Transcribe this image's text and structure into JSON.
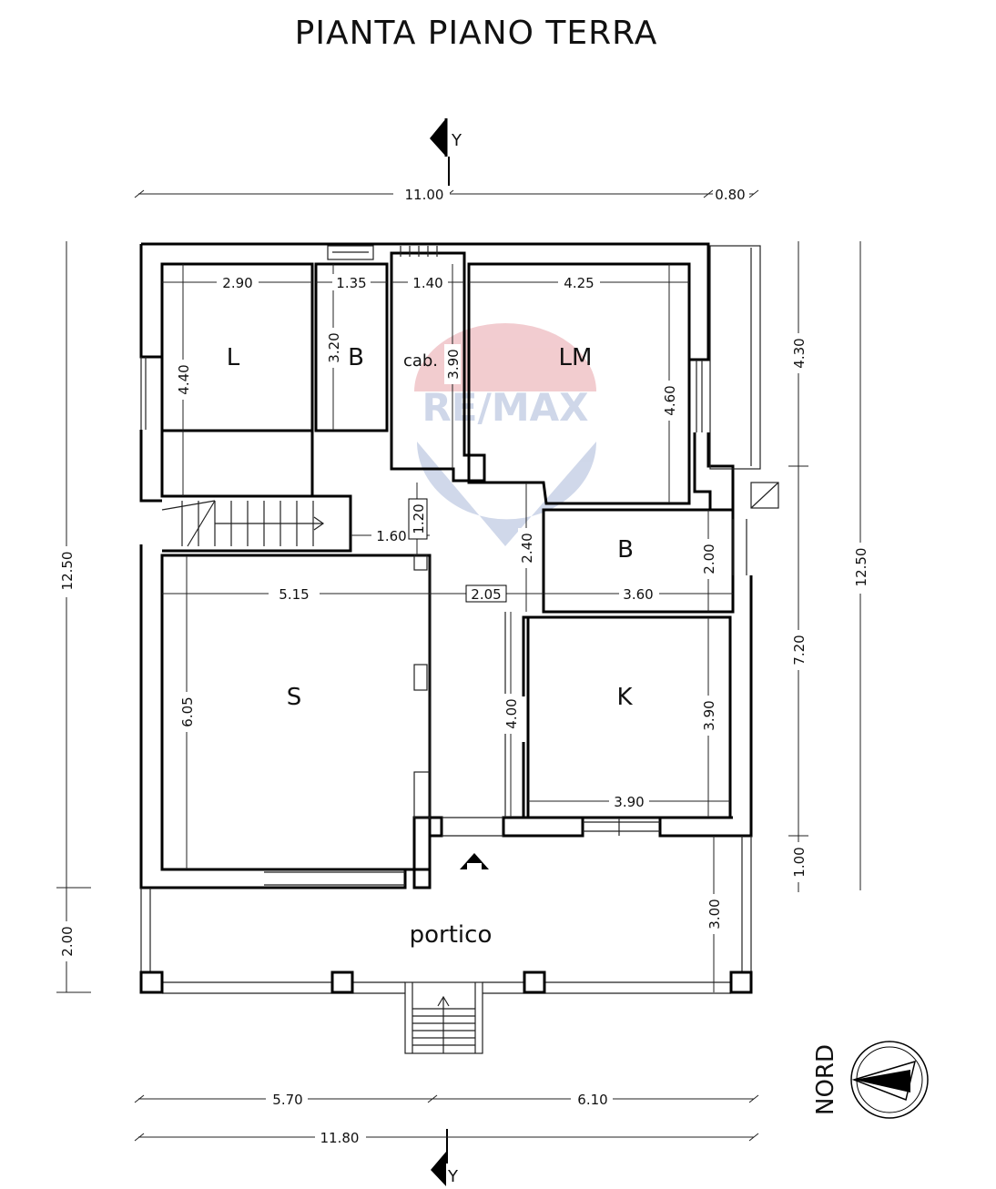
{
  "title": "PIANTA PIANO TERRA",
  "watermark": "RE/MAX",
  "rooms": {
    "L": "L",
    "B1": "B",
    "cab": "cab.",
    "LM": "LM",
    "B2": "B",
    "S": "S",
    "K": "K",
    "portico": "portico"
  },
  "section_marker": "Y",
  "north_label": "NORD",
  "dimensions": {
    "top_total": "11.00",
    "top_ext": "0.80",
    "l_width": "2.90",
    "b1_width": "1.35",
    "cab_width": "1.40",
    "lm_width": "4.25",
    "l_height": "4.40",
    "b1_height": "3.20",
    "cab_height": "3.90",
    "lm_height": "4.60",
    "hall_small_h": "1.20",
    "hall_small_w": "1.60",
    "hall_height": "2.40",
    "b2_height": "2.00",
    "s_width": "5.15",
    "hall_width": "2.05",
    "b2_width": "3.60",
    "s_height": "6.05",
    "k_left_height": "4.00",
    "k_height": "3.90",
    "k_width": "3.90",
    "left_total": "12.50",
    "left_portico": "2.00",
    "right_total": "12.50",
    "right_upper": "4.30",
    "right_mid": "7.20",
    "right_low": "1.00",
    "portico_depth": "3.00",
    "bottom_left": "5.70",
    "bottom_right": "6.10",
    "bottom_total": "11.80"
  },
  "colors": {
    "watermark_red": "#e8a3a9",
    "watermark_blue": "#a9b8d8"
  }
}
